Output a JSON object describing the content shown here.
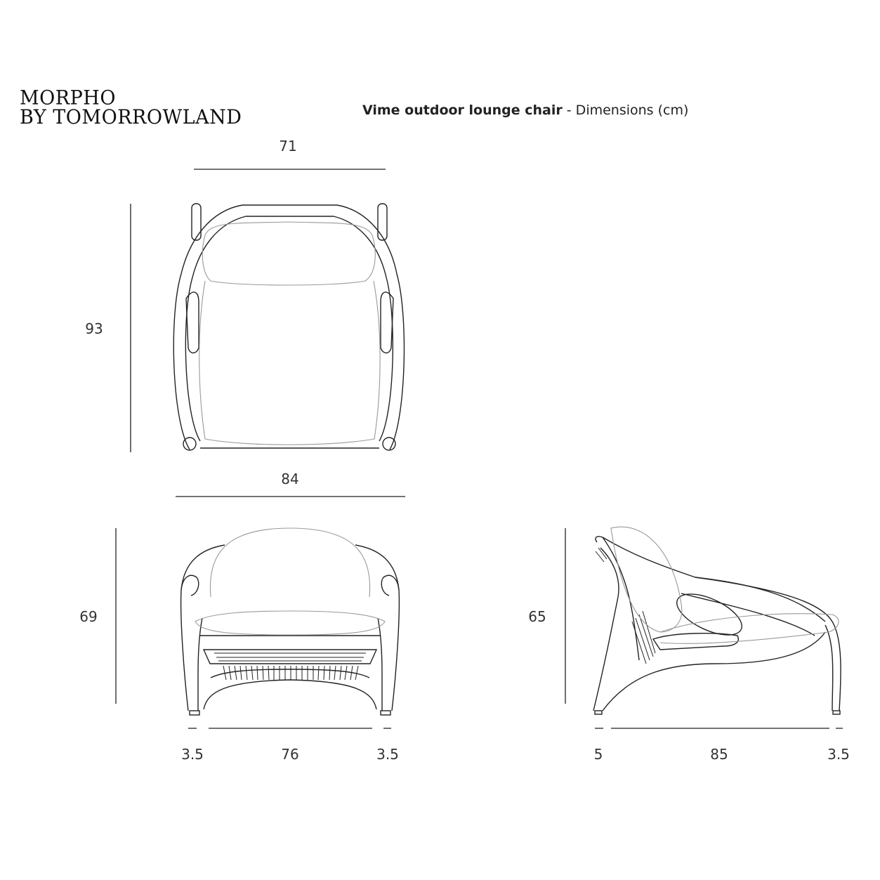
{
  "brand": {
    "line1": "MORPHO",
    "line2": "BY TOMORROWLAND"
  },
  "title": {
    "product": "Vime outdoor lounge chair",
    "suffix": " - Dimensions (cm)"
  },
  "top_view": {
    "width": "71",
    "depth": "93"
  },
  "front_view": {
    "overall_width": "84",
    "height": "69",
    "left_offset": "3.5",
    "inner_width": "76",
    "right_offset": "3.5"
  },
  "side_view": {
    "height": "65",
    "left_offset": "5",
    "depth": "85",
    "right_offset": "3.5"
  }
}
